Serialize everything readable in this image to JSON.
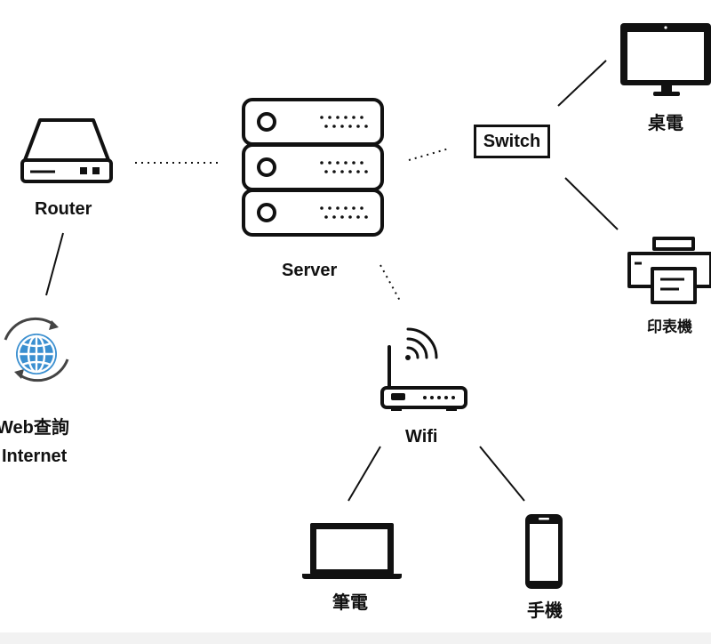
{
  "nodes": {
    "router": {
      "label": "Router"
    },
    "server": {
      "label": "Server"
    },
    "switch": {
      "label": "Switch"
    },
    "desktop": {
      "label": "桌電"
    },
    "printer": {
      "label": "印表機"
    },
    "internet": {
      "label_line1": "Web查詢",
      "label_line2": "Internet"
    },
    "wifi": {
      "label": "Wifi"
    },
    "laptop": {
      "label": "筆電"
    },
    "phone": {
      "label": "手機"
    }
  },
  "icons": {
    "router": "router-icon",
    "server": "server-rack-icon",
    "desktop": "monitor-icon",
    "printer": "printer-icon",
    "internet": "globe-sync-icon",
    "wifi": "wifi-router-icon",
    "laptop": "laptop-icon",
    "phone": "smartphone-icon"
  },
  "colors": {
    "stroke": "#111111",
    "globe": "#3a8fd0"
  }
}
